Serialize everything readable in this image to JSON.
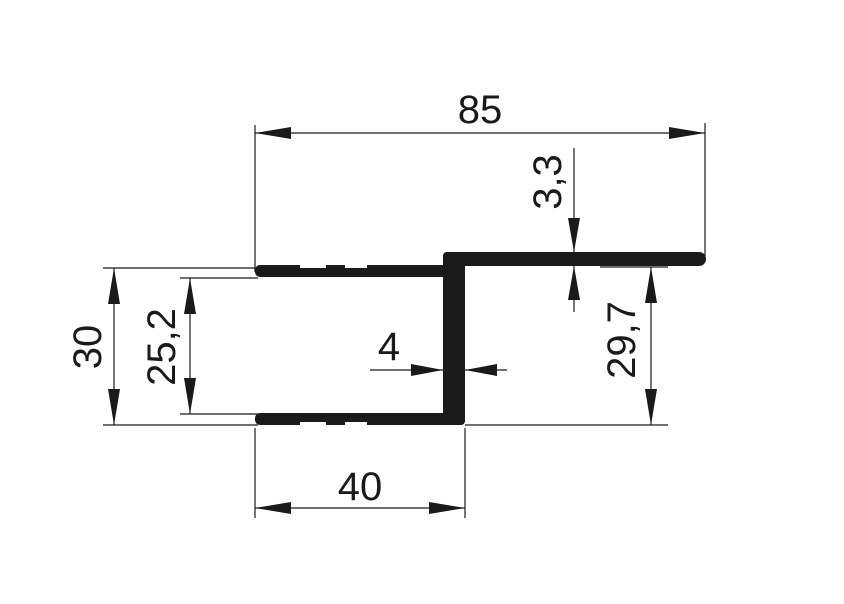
{
  "colors": {
    "ink": "#1a1a1a",
    "background": "#ffffff"
  },
  "dimensions": {
    "overall_width": "85",
    "lip_thickness": "3,3",
    "overall_height": "30",
    "inner_height": "25,2",
    "web_thickness": "4",
    "step_height": "29,7",
    "channel_width": "40"
  }
}
